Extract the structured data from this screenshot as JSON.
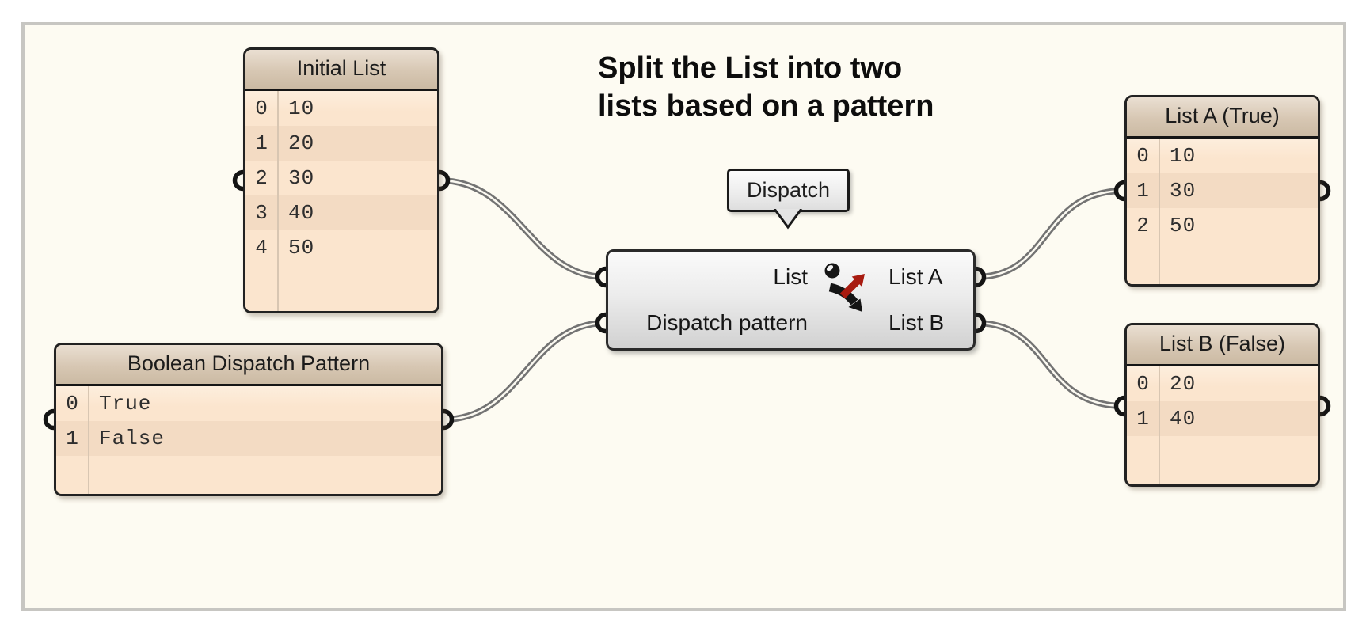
{
  "title": {
    "line1": "Split the List into two",
    "line2": "lists based on a pattern"
  },
  "tooltip": {
    "label": "Dispatch"
  },
  "component": {
    "name": "Dispatch",
    "icon": "dispatch-arrows-icon",
    "inputs": [
      {
        "label": "List"
      },
      {
        "label": "Dispatch pattern"
      }
    ],
    "outputs": [
      {
        "label": "List A"
      },
      {
        "label": "List B"
      }
    ]
  },
  "panels": [
    {
      "title": "Initial List",
      "rows": [
        [
          "0",
          "10"
        ],
        [
          "1",
          "20"
        ],
        [
          "2",
          "30"
        ],
        [
          "3",
          "40"
        ],
        [
          "4",
          "50"
        ]
      ]
    },
    {
      "title": "Boolean Dispatch Pattern",
      "rows": [
        [
          "0",
          "True"
        ],
        [
          "1",
          "False"
        ]
      ]
    },
    {
      "title": "List A (True)",
      "rows": [
        [
          "0",
          "10"
        ],
        [
          "1",
          "30"
        ],
        [
          "2",
          "50"
        ]
      ]
    },
    {
      "title": "List B (False)",
      "rows": [
        [
          "0",
          "20"
        ],
        [
          "1",
          "40"
        ]
      ]
    }
  ],
  "colors": {
    "canvas_bg": "#fdfbf2",
    "frame_border": "#c7c6c2",
    "panel_header": "#d7c7b3",
    "panel_body": "#fbe5ce",
    "panel_row_alt": "#f3dbc3",
    "panel_border": "#222222",
    "component_border": "#2a2a2a",
    "wire": "#737373",
    "wire_core": "#fbf9f1",
    "icon_red": "#a81b10",
    "icon_black": "#141414"
  }
}
